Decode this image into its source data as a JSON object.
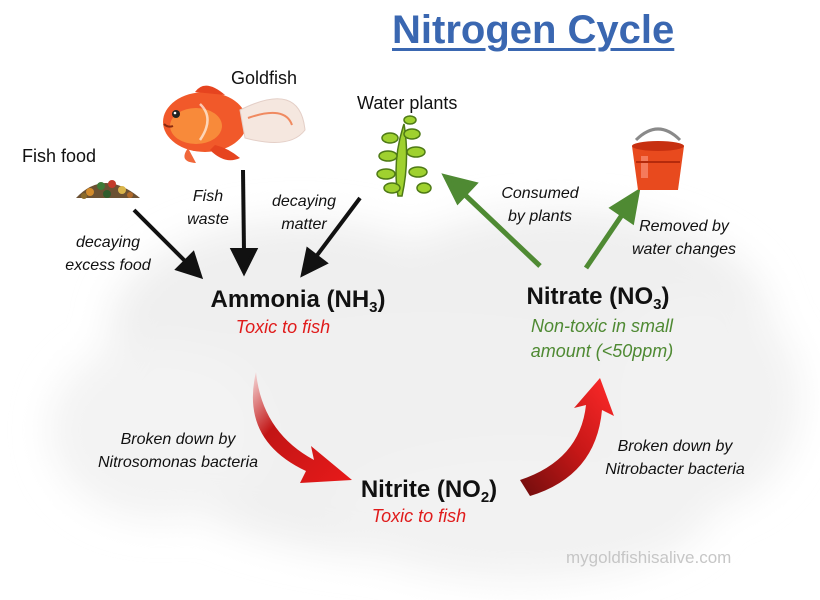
{
  "title": "Nitrogen Cycle",
  "sources": {
    "goldfish": "Goldfish",
    "fish_food": "Fish food",
    "water_plants": "Water plants"
  },
  "arrows": {
    "decaying_food": [
      "decaying",
      "excess food"
    ],
    "fish_waste": [
      "Fish",
      "waste"
    ],
    "decaying_matter": [
      "decaying",
      "matter"
    ],
    "consumed": [
      "Consumed",
      "by plants"
    ],
    "removed": [
      "Removed by",
      "water changes"
    ],
    "nitrosomonas": [
      "Broken down by",
      "Nitrosomonas bacteria"
    ],
    "nitrobacter": [
      "Broken down by",
      "Nitrobacter bacteria"
    ]
  },
  "compounds": {
    "ammonia": {
      "name": "Ammonia (NH",
      "sub": "3",
      "close": ")",
      "note": "Toxic to fish"
    },
    "nitrate": {
      "name": "Nitrate (NO",
      "sub": "3",
      "close": ")",
      "note": [
        "Non-toxic in small",
        "amount (<50ppm)"
      ]
    },
    "nitrite": {
      "name": "Nitrite (NO",
      "sub": "2",
      "close": ")",
      "note": "Toxic to fish"
    }
  },
  "credit": "mygoldfishisalive.com",
  "colors": {
    "title": "#3a67b1",
    "toxic": "#e01b1b",
    "nontoxic": "#4f8a33",
    "black_arrow": "#111111",
    "green_arrow": "#4f8a33",
    "red_arrow": "#e01b1b"
  }
}
